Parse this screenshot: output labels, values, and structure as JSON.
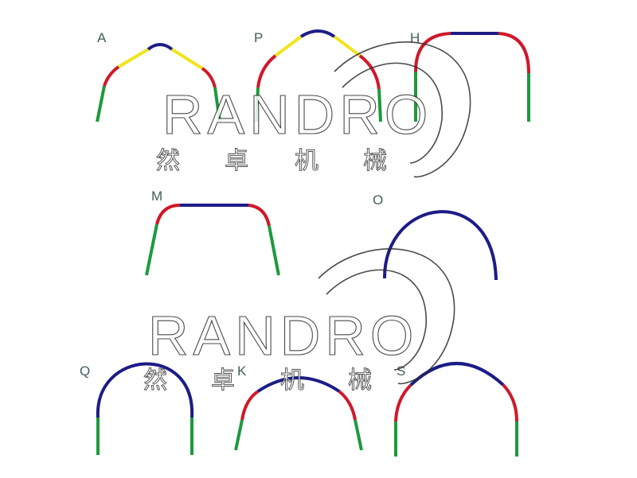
{
  "colors": {
    "straight_leg": "#1b9a3c",
    "bend": "#d0182a",
    "slope": "#f0e51e",
    "top": "#1c1c87",
    "label": "#3f5f57"
  },
  "watermark": {
    "brand": "RANDRO",
    "chars": [
      "然",
      "卓",
      "机",
      "械"
    ]
  },
  "shapes": [
    {
      "id": "A",
      "label": "A"
    },
    {
      "id": "P",
      "label": "P"
    },
    {
      "id": "H",
      "label": "H"
    },
    {
      "id": "M",
      "label": "M"
    },
    {
      "id": "O",
      "label": "O"
    },
    {
      "id": "Q",
      "label": "Q"
    },
    {
      "id": "K",
      "label": "K"
    },
    {
      "id": "S",
      "label": "S"
    }
  ]
}
